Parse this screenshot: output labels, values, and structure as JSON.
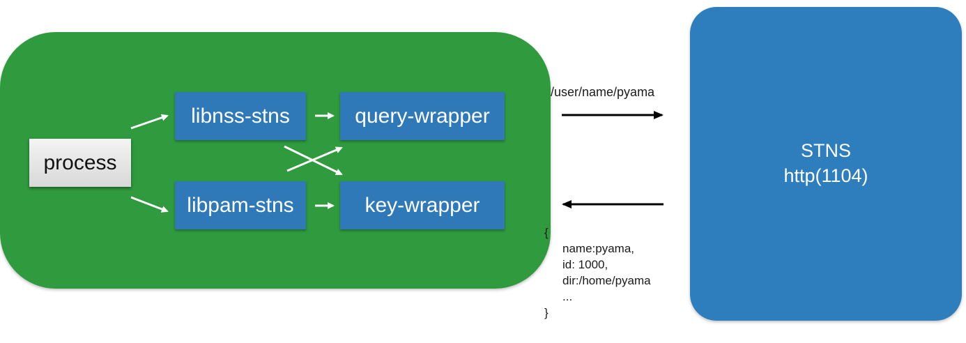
{
  "client": {
    "process_label": "process",
    "components": {
      "libnss": "libnss-stns",
      "libpam": "libpam-stns",
      "query_wrapper": "query-wrapper",
      "key_wrapper": "key-wrapper"
    }
  },
  "server": {
    "name": "STNS",
    "endpoint": "http(1104)"
  },
  "request": {
    "path": "/user/name/pyama"
  },
  "response": {
    "open_brace": "{",
    "lines": [
      "name:pyama,",
      "id: 1000,",
      "dir:/home/pyama",
      "..."
    ],
    "close_brace": "}"
  },
  "colors": {
    "client_panel": "#2f9a3e",
    "server_panel": "#2e7ebd",
    "component_box": "#2f79b9"
  }
}
